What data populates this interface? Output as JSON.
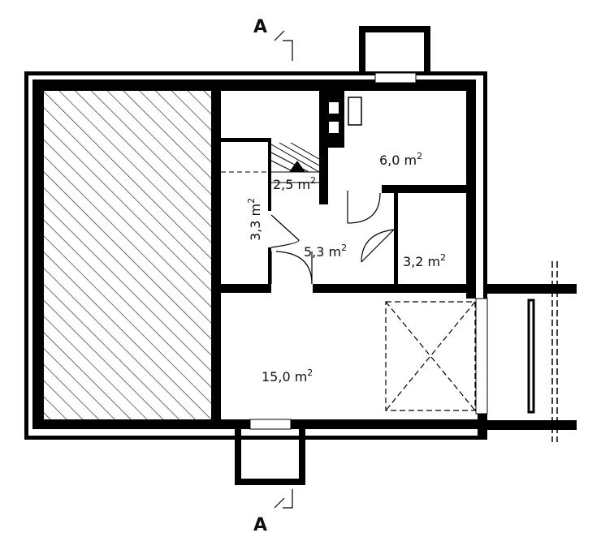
{
  "section_marks": {
    "top": "A",
    "bottom": "A"
  },
  "rooms": [
    {
      "id": "room-kitchen",
      "value": "6,0 m",
      "exp": "2"
    },
    {
      "id": "room-stair",
      "value": "2,5 m",
      "exp": "2"
    },
    {
      "id": "room-wc",
      "value": "3,3 m",
      "exp": "2"
    },
    {
      "id": "room-hall",
      "value": "5,3 m",
      "exp": "2"
    },
    {
      "id": "room-bath",
      "value": "3,2 m",
      "exp": "2"
    },
    {
      "id": "room-living",
      "value": "15,0 m",
      "exp": "2"
    }
  ],
  "colors": {
    "wall": "#000000",
    "paper": "#ffffff",
    "hatch": "#222222"
  }
}
